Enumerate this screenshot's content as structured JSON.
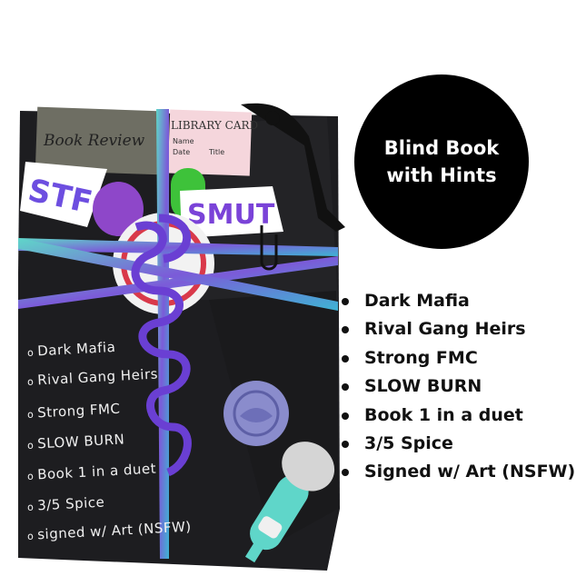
{
  "badge": {
    "line1": "Blind Book",
    "line2": "with Hints"
  },
  "hints": [
    "Dark Mafia",
    "Rival Gang Heirs",
    "Strong FMC",
    "SLOW BURN",
    "Book 1 in a duet",
    "3/5 Spice",
    "Signed w/ Art (NSFW)"
  ],
  "photo": {
    "book_review_label": "Book Review",
    "library_card_title": "LIBRARY CARD",
    "library_card_cols": [
      "Name",
      "Date",
      "Title"
    ],
    "sticker_text_1": "STF",
    "sticker_text_2": "SMUT",
    "chalk_notes": [
      "Dark Mafia",
      "Rival Gang Heirs",
      "Strong FMC",
      "SLOW BURN",
      "Book 1 in a duet",
      "3/5 Spice",
      "signed w/ Art (NSFW)"
    ]
  },
  "colors": {
    "wrap": "#1c1c1e",
    "ribbon": "#7a4fd6",
    "teal": "#5fd6c9",
    "badge": "#000000"
  }
}
